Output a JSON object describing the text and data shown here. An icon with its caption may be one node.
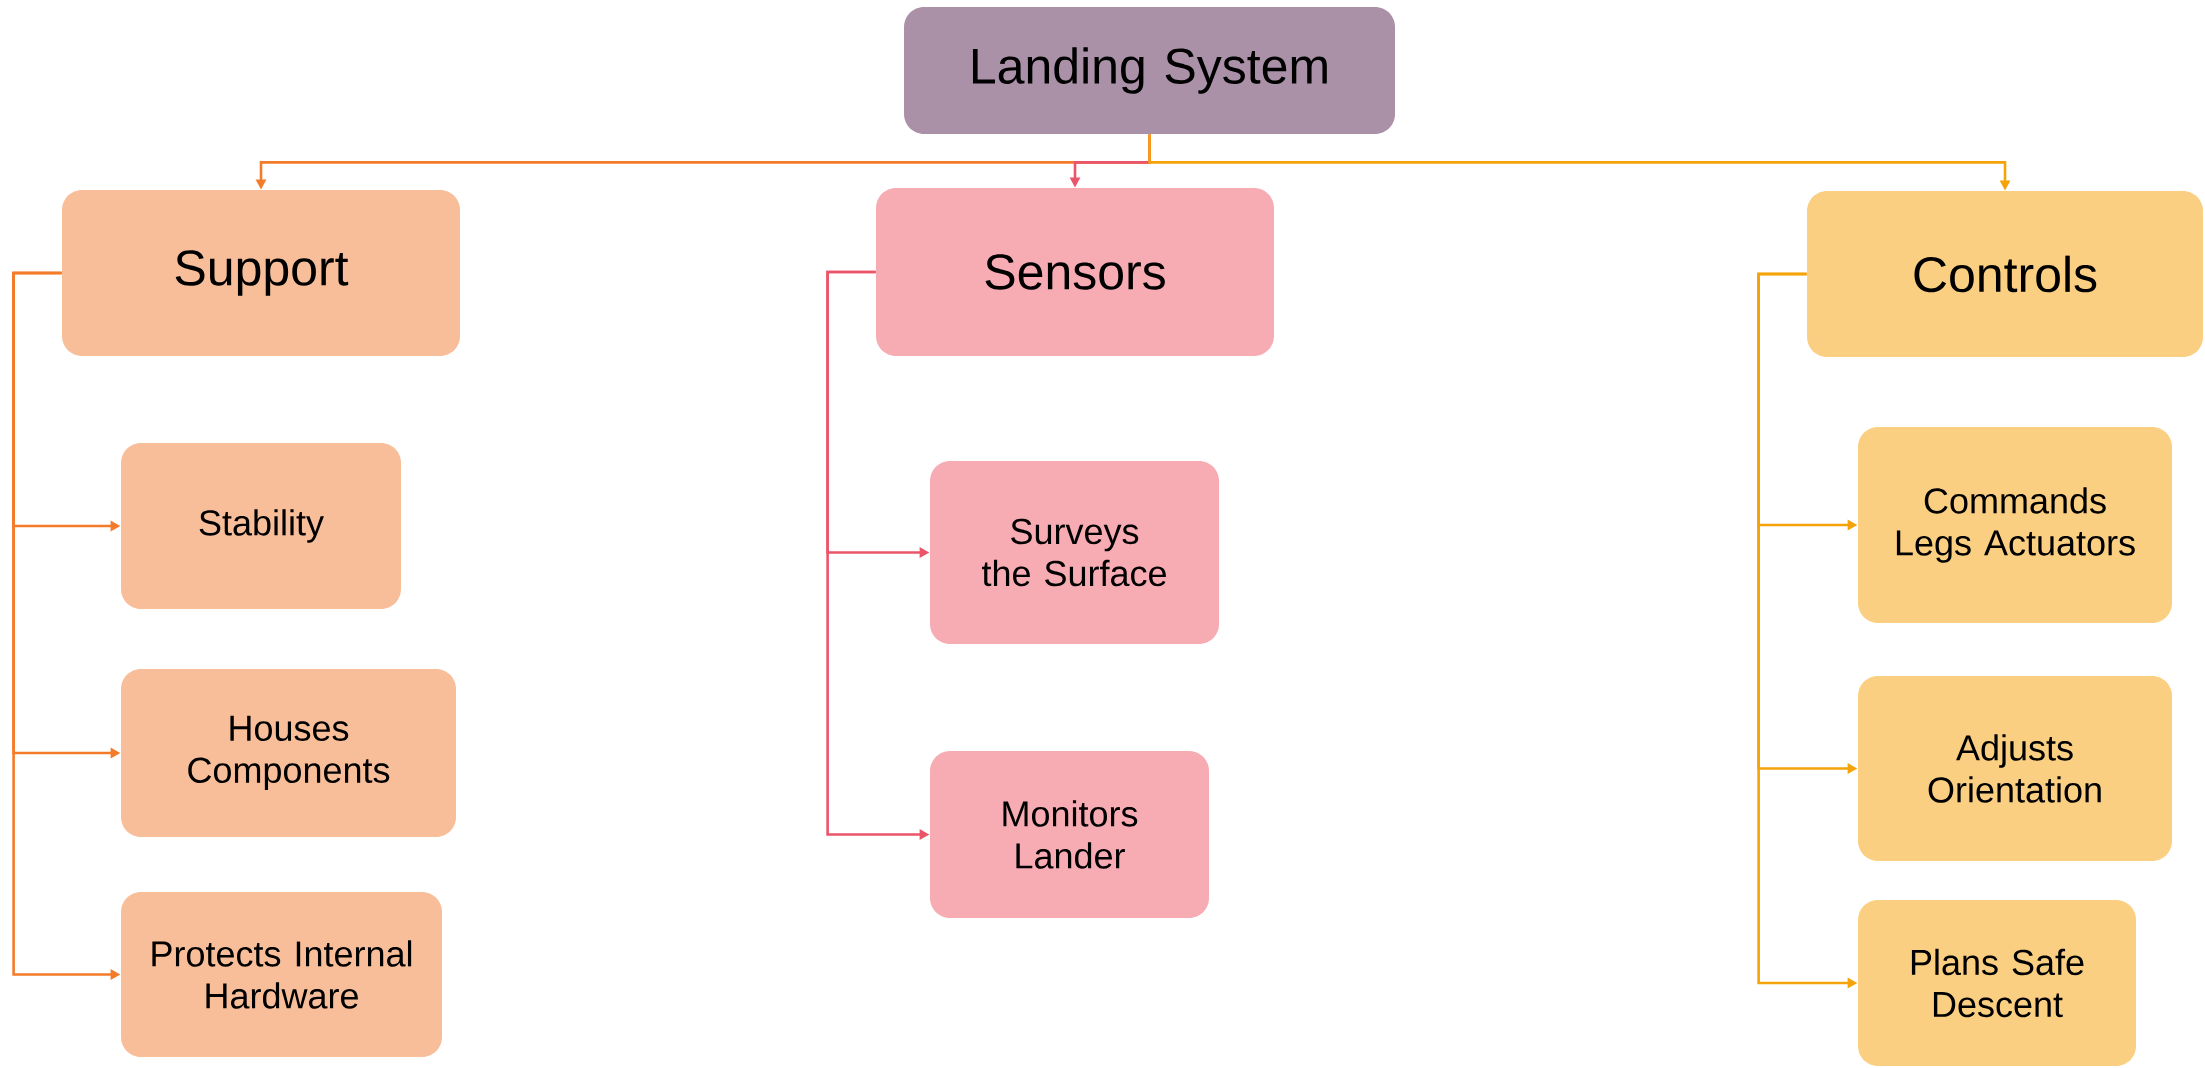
{
  "diagram": {
    "nodes": [
      {
        "text": [
          "Landing System"
        ]
      },
      {
        "text": [
          "Support"
        ]
      },
      {
        "text": [
          "Sensors"
        ]
      },
      {
        "text": [
          "Controls"
        ]
      },
      {
        "text": [
          "Stability"
        ]
      },
      {
        "text": [
          "Houses Components"
        ]
      },
      {
        "text": [
          "Protects Internal Hardware"
        ]
      },
      {
        "text": [
          "Surveys the Surface"
        ]
      },
      {
        "text": [
          "Monitors Lander"
        ]
      },
      {
        "text": [
          "Commands Legs Actuators"
        ]
      },
      {
        "text": [
          "Adjusts Orientation"
        ]
      },
      {
        "text": [
          "Plans Safe Descent"
        ]
      }
    ],
    "edges": [
      {
        "from": 0,
        "to": 1,
        "arrow": "to",
        "color": "#f47b2a"
      },
      {
        "from": 0,
        "to": 2,
        "arrow": "to",
        "color": "#ea5569"
      },
      {
        "from": 0,
        "to": 3,
        "arrow": "to",
        "color": "#f5a30b"
      },
      {
        "from": 1,
        "to": 4,
        "arrow": "to",
        "color": "#f47b2a"
      },
      {
        "from": 1,
        "to": 5,
        "arrow": "to",
        "color": "#f47b2a"
      },
      {
        "from": 1,
        "to": 6,
        "arrow": "to",
        "color": "#f47b2a"
      },
      {
        "from": 2,
        "to": 7,
        "arrow": "to",
        "color": "#ea5569"
      },
      {
        "from": 2,
        "to": 8,
        "arrow": "to",
        "color": "#ea5569"
      },
      {
        "from": 3,
        "to": 9,
        "arrow": "to",
        "color": "#f5a30b"
      },
      {
        "from": 3,
        "to": 10,
        "arrow": "to",
        "color": "#f5a30b"
      },
      {
        "from": 3,
        "to": 11,
        "arrow": "to",
        "color": "#f5a30b"
      }
    ]
  }
}
